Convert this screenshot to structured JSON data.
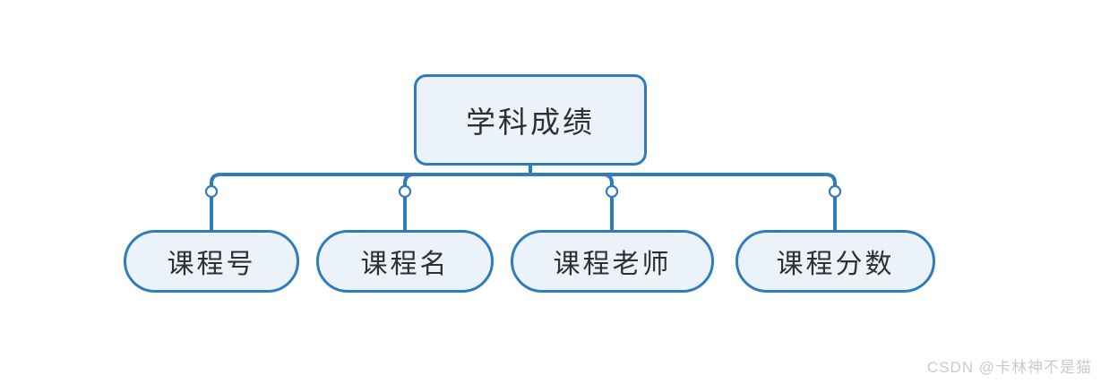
{
  "diagram": {
    "root": {
      "label": "学科成绩"
    },
    "children": [
      {
        "label": "课程号"
      },
      {
        "label": "课程名"
      },
      {
        "label": "课程老师"
      },
      {
        "label": "课程分数"
      }
    ],
    "colors": {
      "line": "#2e7cbd",
      "node_fill": "#ecf2fa",
      "text": "#2f2f2f",
      "watermark": "#cbcbcb"
    }
  },
  "watermark": {
    "text": "CSDN @卡林神不是猫"
  }
}
